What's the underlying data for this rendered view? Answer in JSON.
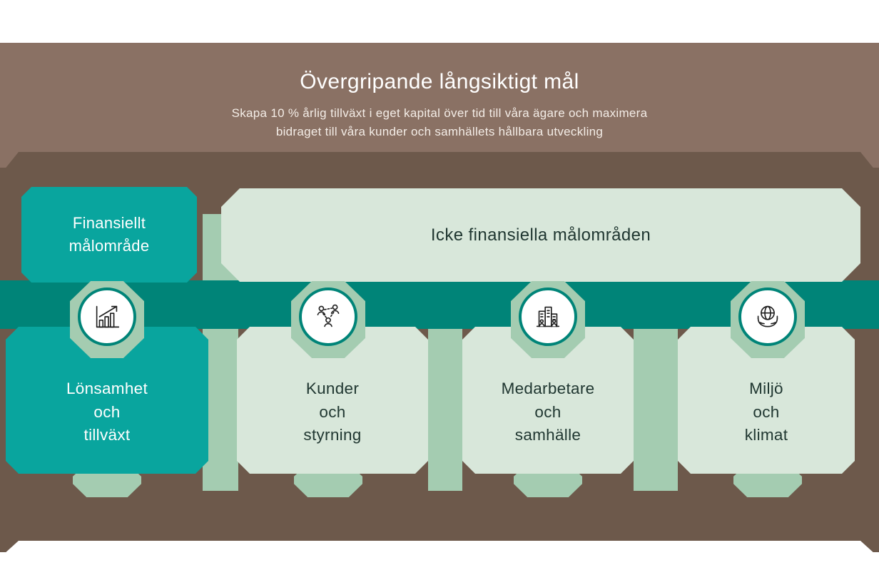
{
  "header": {
    "title": "Övergripande långsiktigt mål",
    "subtitle": "Skapa 10 % årlig tillväxt i eget kapital över tid till våra ägare och maximera\nbidraget till våra kunder och samhällets hållbara utveckling"
  },
  "sections": {
    "financial_label": "Finansiellt\nmålområde",
    "non_financial_label": "Icke finansiella målområden"
  },
  "cards": [
    {
      "title": "Lönsamhet\noch\ntillväxt",
      "icon": "bar-chart-growth-icon",
      "group": "financial"
    },
    {
      "title": "Kunder\noch\nstyrning",
      "icon": "people-network-icon",
      "group": "non-financial"
    },
    {
      "title": "Medarbetare\noch\nsamhälle",
      "icon": "buildings-community-icon",
      "group": "non-financial"
    },
    {
      "title": "Miljö\noch\nklimat",
      "icon": "earth-in-hands-icon",
      "group": "non-financial"
    }
  ],
  "colors": {
    "header_brown": "#8a7164",
    "body_brown": "#6d594b",
    "teal": "#09a59e",
    "dark_teal": "#008478",
    "light_green": "#d8e7da",
    "sage": "#a4ccb1",
    "text_dark": "#203731",
    "text_light": "#ffffff"
  }
}
